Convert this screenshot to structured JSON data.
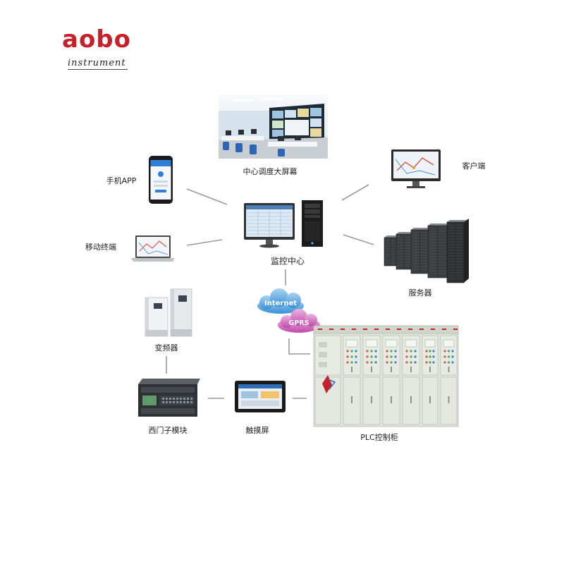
{
  "logo": {
    "brand": "aobo",
    "tagline": "instrument"
  },
  "nodes": {
    "control_room": {
      "label": "中心调度大屏幕"
    },
    "phone_app": {
      "label": "手机APP"
    },
    "client": {
      "label": "客户端"
    },
    "monitor_center": {
      "label": "监控中心"
    },
    "mobile_terminal": {
      "label": "移动终端"
    },
    "server": {
      "label": "服务器"
    },
    "internet": {
      "label": "Internet"
    },
    "gprs": {
      "label": "GPRS"
    },
    "inverter": {
      "label": "变频器"
    },
    "plc_cabinet": {
      "label": "PLC控制柜"
    },
    "siemens_module": {
      "label": "西门子模块"
    },
    "touch_screen": {
      "label": "触摸屏"
    }
  },
  "colors": {
    "logo": "#c8202a",
    "connector": "#9a9a9a",
    "internet_cloud": "#3b8fd6",
    "gprs_cloud": "#c04aa8",
    "cabinet": "#dfe4da"
  },
  "icons": [
    "control-room-photo",
    "smartphone-icon",
    "desktop-monitor-icon",
    "pc-tower-icon",
    "laptop-icon",
    "server-rack-icon",
    "cloud-icon",
    "inverter-icon",
    "plc-cabinet-icon",
    "plc-module-icon",
    "touch-panel-icon"
  ]
}
